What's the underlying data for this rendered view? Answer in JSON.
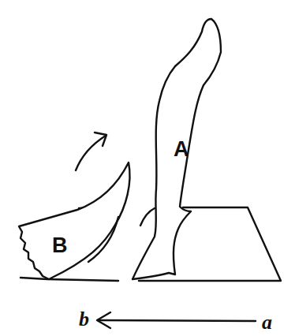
{
  "diagram": {
    "labels": [
      "A",
      "B",
      "b",
      "a"
    ]
  }
}
